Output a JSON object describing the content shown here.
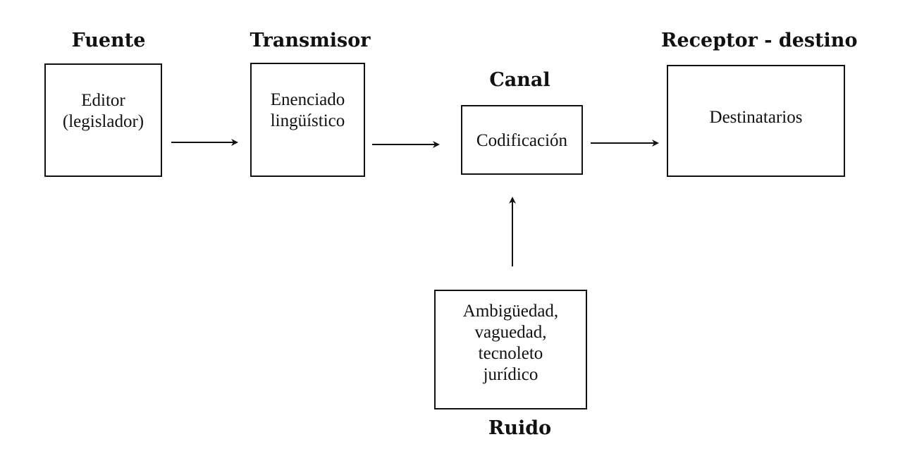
{
  "headings": {
    "fuente": "Fuente",
    "transmisor": "Transmisor",
    "canal": "Canal",
    "receptor": "Receptor - destino",
    "ruido": "Ruido"
  },
  "boxes": {
    "fuente": "Editor\n(legislador)",
    "transmisor": "Enenciado\nlingüístico",
    "canal": "Codificación",
    "receptor": "Destinatarios",
    "ruido": "Ambigüedad,\nvaguedad,\ntecnoleto\njurídico"
  }
}
